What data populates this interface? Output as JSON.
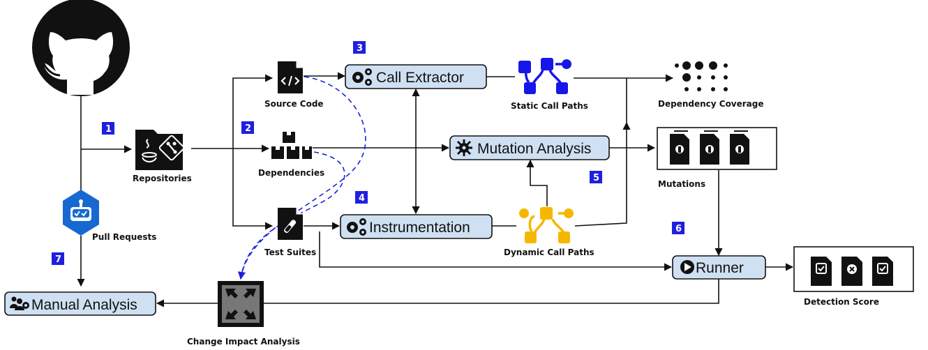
{
  "labels": {
    "repositories": "Repositories",
    "pull_requests": "Pull Requests",
    "source_code": "Source Code",
    "dependencies": "Dependencies",
    "test_suites": "Test Suites",
    "static_call_paths": "Static Call Paths",
    "dynamic_call_paths": "Dynamic Call Paths",
    "dependency_coverage": "Dependency Coverage",
    "mutations": "Mutations",
    "detection_score": "Detection Score",
    "change_impact_analysis": "Change Impact Analysis"
  },
  "boxes": {
    "call_extractor": "Call Extractor",
    "mutation_analysis": "Mutation Analysis",
    "instrumentation": "Instrumentation",
    "runner": "Runner",
    "manual_analysis": "Manual Analysis"
  },
  "steps": [
    "1",
    "2",
    "3",
    "4",
    "5",
    "6",
    "7"
  ],
  "colors": {
    "box_fill": "#cfe0f2",
    "step_badge": "#1f1fe0",
    "static_paths": "#1616e8",
    "dynamic_paths": "#f5b700",
    "dashed_link": "#1a22d8",
    "icon_dark": "#111111",
    "bot_badge": "#1769d1"
  }
}
